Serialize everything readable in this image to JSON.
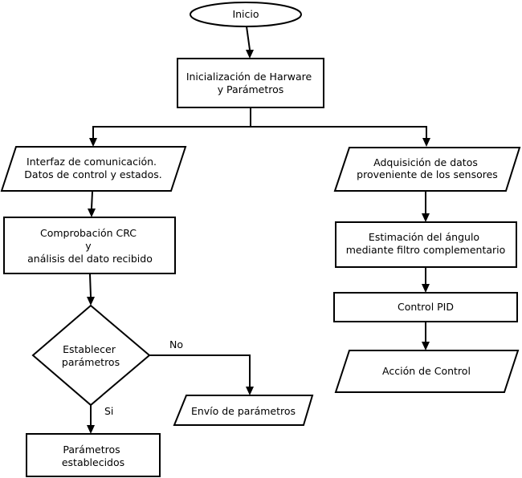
{
  "nodes": {
    "start": [
      "Inicio"
    ],
    "init": [
      "Inicialización de Harware",
      "y Parámetros"
    ],
    "comm": [
      "Interfaz de comunicación.",
      "Datos de control y estados."
    ],
    "acq": [
      "Adquisición de datos",
      "proveniente de los sensores"
    ],
    "crc": [
      "Comprobación CRC",
      "y",
      "análisis del dato recibido"
    ],
    "est": [
      "Estimación del ángulo",
      "mediante filtro complementario"
    ],
    "pid": [
      "Control PID"
    ],
    "decision": [
      "Establecer",
      "parámetros"
    ],
    "action": [
      "Acción de Control"
    ],
    "send": [
      "Envío de parámetros"
    ],
    "done": [
      "Parámetros",
      "establecidos"
    ]
  },
  "edge_labels": {
    "no": "No",
    "si": "Si"
  }
}
